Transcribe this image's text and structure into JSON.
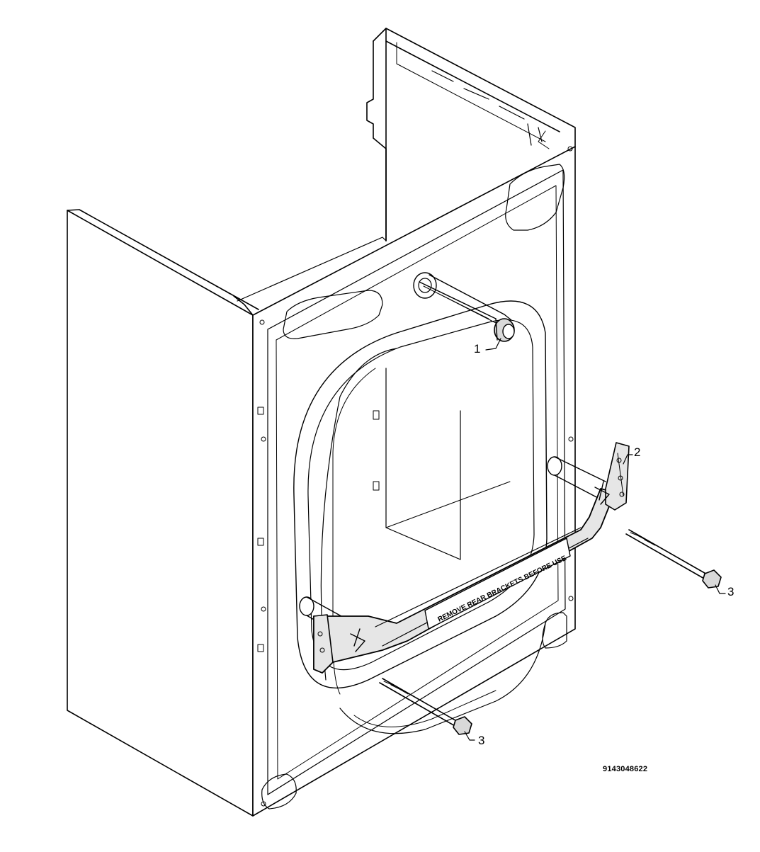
{
  "diagram": {
    "part_number": "9143048622",
    "bracket_label": "REMOVE REAR BRACKETS BEFORE USE",
    "callouts": [
      {
        "id": "callout-1",
        "label": "1"
      },
      {
        "id": "callout-2",
        "label": "2"
      },
      {
        "id": "callout-3a",
        "label": "3"
      },
      {
        "id": "callout-3b",
        "label": "3"
      }
    ]
  },
  "colors": {
    "line": "#000000",
    "background": "#ffffff",
    "bracket_fill": "#e6e6e6",
    "bolt_fill": "#d9d9d9"
  }
}
